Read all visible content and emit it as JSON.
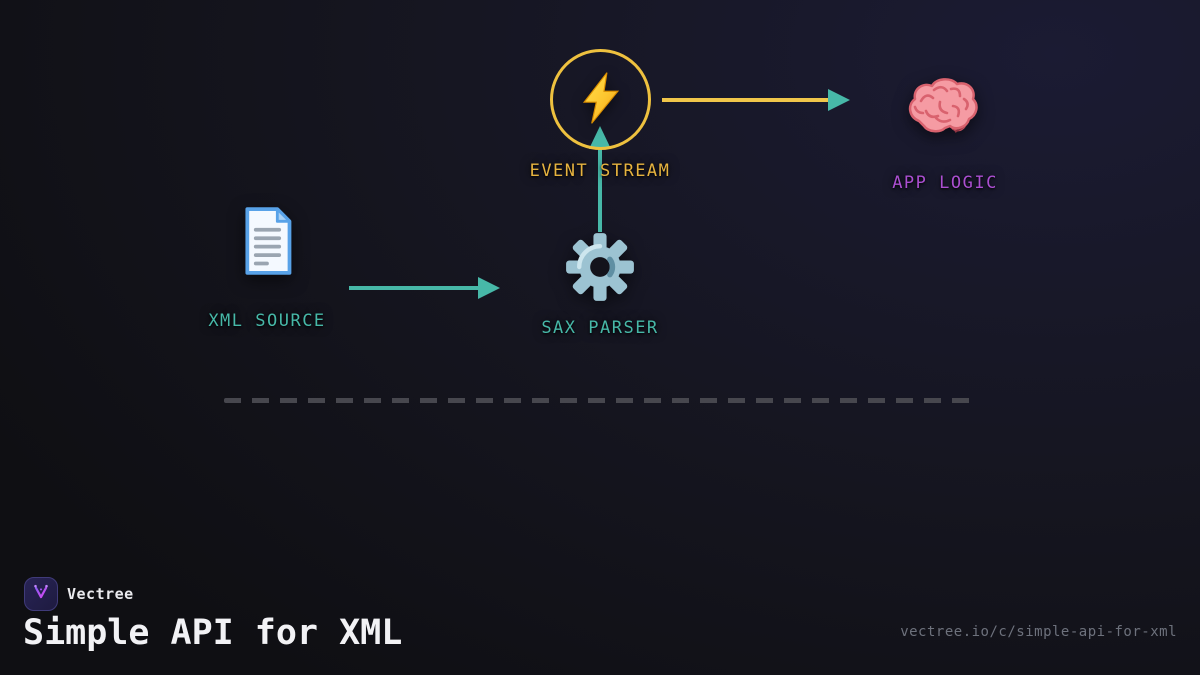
{
  "diagram": {
    "xml_source": {
      "label": "XML SOURCE",
      "icon": "document-icon"
    },
    "sax_parser": {
      "label": "SAX PARSER",
      "icon": "gear-icon"
    },
    "event_stream": {
      "label": "EVENT STREAM",
      "icon": "lightning-icon"
    },
    "app_logic": {
      "label": "APP LOGIC",
      "icon": "brain-icon"
    }
  },
  "colors": {
    "teal_accent": "#47b8a8",
    "yellow_accent": "#eec13f",
    "purple_accent": "#ab4fd1",
    "dash_gray": "#47474e",
    "background_dark": "#0f0f13",
    "background_navy": "#1b1b33"
  },
  "footer": {
    "brand": "Vectree",
    "title": "Simple API for XML",
    "url": "vectree.io/c/simple-api-for-xml"
  }
}
